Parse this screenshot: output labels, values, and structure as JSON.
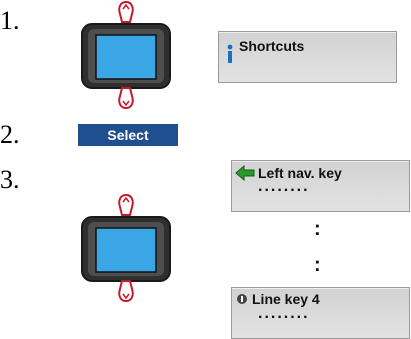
{
  "steps": {
    "step1": "1.",
    "step2": "2.",
    "step3": "3."
  },
  "select_label": "Select",
  "panels": {
    "shortcuts": {
      "label": "Shortcuts",
      "icon": "info-icon"
    },
    "left_nav": {
      "label": "Left nav. key",
      "value": "........",
      "icon": "arrow-left-icon"
    },
    "line_key": {
      "label": "Line key 4",
      "value": "........",
      "icon": "circle-bullet-icon"
    }
  },
  "ellipsis": ":",
  "colors": {
    "select_bg": "#1f4f8f",
    "device_screen": "#3aa6e6",
    "device_frame": "#3a3a3a",
    "finger_arrow": "#c41a2a",
    "info_icon": "#1a6fc0",
    "nav_arrow": "#2a9a2a"
  }
}
